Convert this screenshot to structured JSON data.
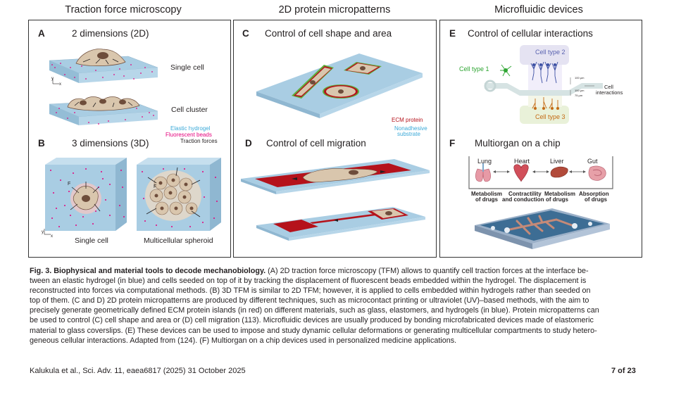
{
  "columns": [
    {
      "title": "Traction force microscopy"
    },
    {
      "title": "2D protein micropatterns"
    },
    {
      "title": "Microfluidic devices"
    }
  ],
  "panels": {
    "A": {
      "letter": "A",
      "title": "2 dimensions (2D)",
      "single_cell": "Single cell",
      "cell_cluster": "Cell cluster",
      "axis_y": "y",
      "axis_x": "x"
    },
    "legend": {
      "elastic_hydrogel": "Elastic hydrogel",
      "fluorescent_beads": "Fluorescent beads",
      "traction_forces": "Traction forces"
    },
    "B": {
      "letter": "B",
      "title": "3 dimensions (3D)",
      "single_cell": "Single cell",
      "spheroid": "Multicellular spheroid",
      "force_label": "F",
      "axis_y": "y",
      "axis_x": "x"
    },
    "C": {
      "letter": "C",
      "title": "Control of cell shape and area",
      "ecm": "ECM protein",
      "nonadhesive": "Nonadhesive",
      "substrate": "substrate"
    },
    "D": {
      "letter": "D",
      "title": "Control of cell migration"
    },
    "E": {
      "letter": "E",
      "title": "Control of cellular interactions",
      "type1": "Cell type 1",
      "type2": "Cell type 2",
      "type3": "Cell type 3",
      "interactions_1": "Cell",
      "interactions_2": "interactions",
      "dim_1": "100 μm",
      "dim_2": "100 μm",
      "dim_3": "75 μm"
    },
    "F": {
      "letter": "F",
      "title": "Multiorgan on a chip",
      "organs": [
        "Lung",
        "Heart",
        "Liver",
        "Gut"
      ],
      "functions": [
        [
          "Metabolism",
          "of drugs"
        ],
        [
          "Contractility",
          "and conduction"
        ],
        [
          "Metabolism",
          "of drugs"
        ],
        [
          "Absorption",
          "of drugs"
        ]
      ]
    }
  },
  "caption": {
    "fig": "Fig. 3. Biophysical and material tools to decode mechanobiology.",
    "p1": " (A) 2D traction force microscopy (TFM) allows to quantify cell traction forces at the interface be-",
    "p2": "tween an elastic hydrogel (in blue) and cells seeded on top of it by tracking the displacement of fluorescent beads embedded within the hydrogel. The displacement is",
    "p3": "reconstructed into forces via computational methods. (B) 3D TFM is similar to 2D TFM; however, it is applied to cells embedded within hydrogels rather than seeded on",
    "p4": "top of them. (C and D) 2D protein micropatterns are produced by different techniques, such as microcontact printing or ultraviolet (UV)–based methods, with the aim to",
    "p5": "precisely generate geometrically defined ECM protein islands (in red) on different materials, such as glass, elastomers, and hydrogels (in blue). Protein micropatterns can",
    "p6": "be used to control (C) cell shape and area or (D) cell migration (113). Microfluidic devices are usually produced by bonding microfabricated devices made of elastomeric",
    "p7": "material to glass coverslips. (E) These devices can be used to impose and study dynamic cellular deformations or generating multicellular compartments to study hetero-",
    "p8": "geneous cellular interactions. Adapted from (124). (F) Multiorgan on a chip devices used in personalized medicine applications."
  },
  "footer": {
    "citation": "Kalukula et al., Sci. Adv. 11, eaea6817 (2025)   31 October 2025",
    "page": "7 of 23"
  },
  "colors": {
    "hydrogel": "#a9cde3",
    "beads": "#e4007c",
    "ecm_red": "#b5121b",
    "ecm_green": "#5fae3c",
    "cell_fill": "#d9c6ad",
    "nucleus": "#6e4d3b",
    "legend_blue": "#3aa9d8",
    "legend_pink": "#e4007c"
  }
}
